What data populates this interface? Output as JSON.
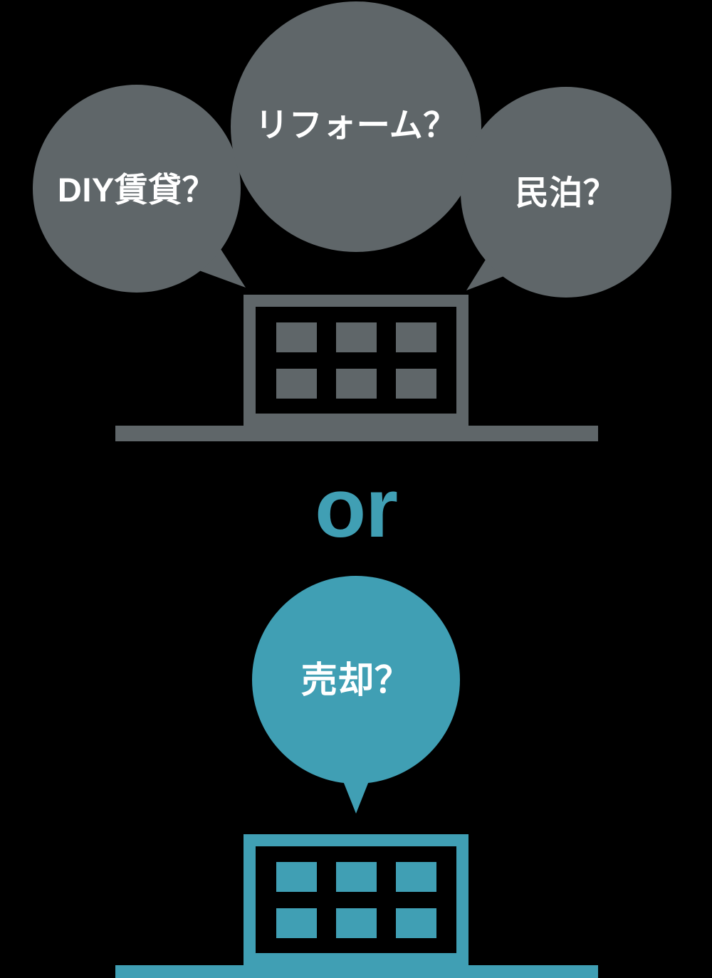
{
  "diagram": {
    "background_color": "#000000",
    "gray_color": "#5F6669",
    "blue_color": "#409FB4",
    "text_color": "#ffffff",
    "connector_label": "or",
    "top_group": {
      "bubbles": [
        {
          "text": "DIY賃貸？",
          "icon": "speech-bubble-icon",
          "color": "#5F6669"
        },
        {
          "text": "リフォーム？",
          "icon": "speech-bubble-icon",
          "color": "#5F6669"
        },
        {
          "text": "民泊？",
          "icon": "speech-bubble-icon",
          "color": "#5F6669"
        }
      ],
      "building": {
        "icon": "building-icon",
        "color": "#5F6669",
        "windows": 6
      }
    },
    "bottom_group": {
      "bubbles": [
        {
          "text": "売却？",
          "icon": "speech-bubble-icon",
          "color": "#409FB4"
        }
      ],
      "building": {
        "icon": "building-icon",
        "color": "#409FB4",
        "windows": 6
      }
    }
  }
}
